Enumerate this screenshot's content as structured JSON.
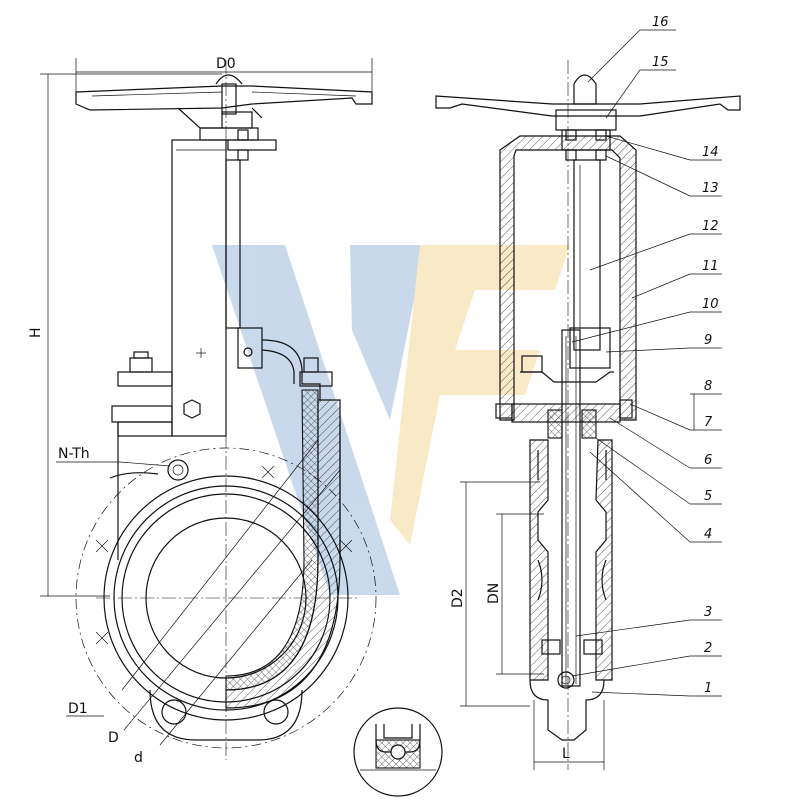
{
  "dimensions": {
    "d0": "D0",
    "h": "H",
    "n_th": "N-Th",
    "d1": "D1",
    "d": "D",
    "d_small": "d",
    "d2": "D2",
    "dn": "DN",
    "l": "L"
  },
  "parts": [
    "1",
    "2",
    "3",
    "4",
    "5",
    "6",
    "7",
    "8",
    "9",
    "10",
    "11",
    "12",
    "13",
    "14",
    "15",
    "16"
  ],
  "watermark": {
    "text": "VF",
    "blue": "#9dbbdc",
    "yellow": "#f5d99a"
  }
}
